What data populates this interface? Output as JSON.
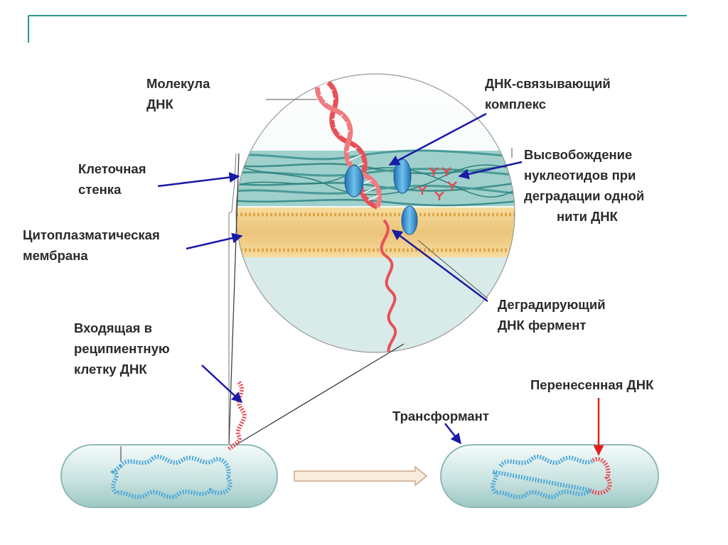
{
  "labels": {
    "dna_molecule": [
      "Молекула",
      "ДНК"
    ],
    "binding_complex": [
      "ДНК-связывающий",
      "комплекс"
    ],
    "cell_wall": [
      "Клеточная",
      "стенка"
    ],
    "nucleotide_release": [
      "Высвобождение",
      "нуклеотидов при",
      "деградации одной",
      "нити ДНК"
    ],
    "cytoplasmic_membrane": [
      "Цитоплазматическая",
      "мембрана"
    ],
    "degrading_enzyme": [
      "Деградирующий",
      "ДНК фермент"
    ],
    "incoming_dna": [
      "Входящая в",
      "реципиентную",
      "клетку ДНК"
    ],
    "transferred_dna": [
      "Перенесенная ДНК"
    ],
    "transformant": [
      "Трансформант"
    ]
  },
  "colors": {
    "frame_line": "#2a9a8a",
    "arrow_blue": "#1a1aa6",
    "arrow_red": "#e02020",
    "dna_red": "#e8505a",
    "dna_blue": "#4fa8d8",
    "protein_blue": "#3a8ac8",
    "cell_wall_teal": "#5fb0ac",
    "membrane_gold": "#f2d08a",
    "cell_body": "#cfe6e4"
  },
  "icons": [
    "dna-double-helix-icon",
    "protein-complex-icon",
    "bacterial-cell-icon",
    "process-arrow-icon"
  ]
}
